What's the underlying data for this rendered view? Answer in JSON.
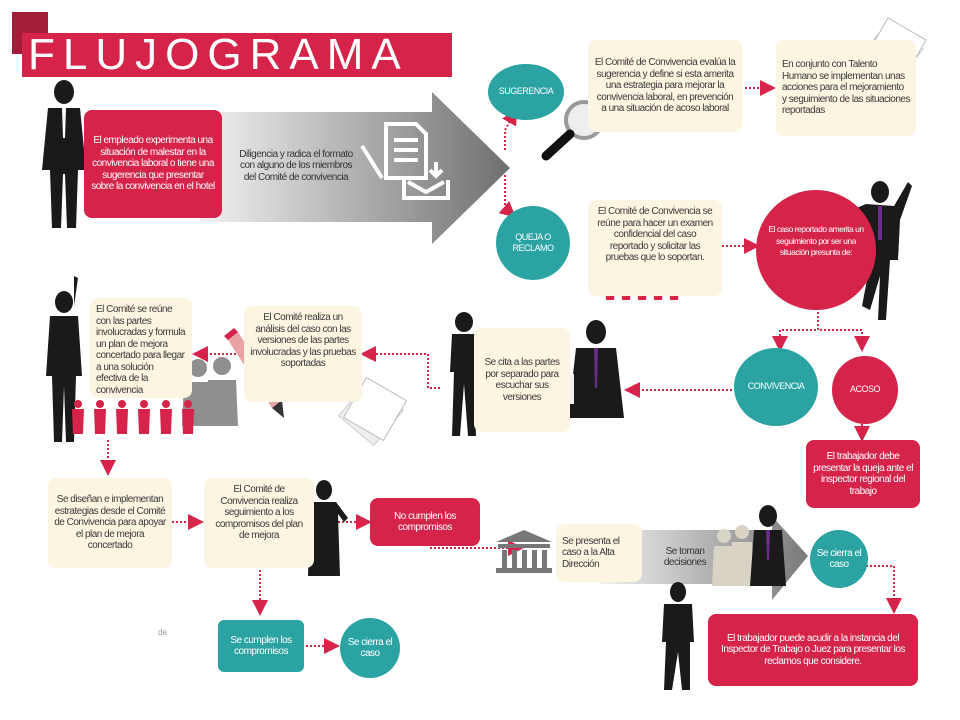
{
  "title": "FLUJOGRAMA",
  "nodes": {
    "empleado": "El empleado experimenta una situación de malestar en la convivencia laboral o tiene una sugerencia que presentar sobre la convivencia en el hotel",
    "diligencia": "Diligencia y radica el formato con alguno de los miembros del Comité de convivencia",
    "sugerencia": "SUGERENCIA",
    "comite_evalua": "El Comité de Convivencia evalúa la sugerencia y define si esta amerita una estrategia para mejorar la convivencia laboral, en prevención a una situación de acoso laboral",
    "talento_humano": "En conjunto con Talento Humano se implementan unas acciones para el mejoramiento y seguimiento de las situaciones reportadas",
    "queja": "QUEJA O RECLAMO",
    "comite_reune_examen": "El Comité de Convivencia se reúne para hacer un examen confidencial del caso reportado y solicitar las pruebas que lo soportan.",
    "caso_amerita": "El caso reportado amerita un seguimiento por ser una situación presunta de:",
    "convivencia": "CONVIVENCIA",
    "acoso": "ACOSO",
    "trabajador_queja": "El trabajador debe presentar la queja ante el inspector regional del trabajo",
    "cita_partes": "Se cita a las partes por separado para escuchar sus versiones",
    "analisis": "El Comité realiza un análisis del caso con las versiones de las partes involucradas y las pruebas soportadas",
    "reune_partes": "El Comité se reúne con las partes involucradas y formula un plan de mejora concertado para llegar a una solución efectiva de la convivencia",
    "disenan": "Se diseñan e implementan estrategias desde el Comité de Convivencia para apoyar el plan de mejora concertado",
    "seguimiento": "El Comité de Convivencia realiza seguimiento a los compromisos del plan de mejora",
    "no_cumplen": "No cumplen los compromisos",
    "alta_direccion": "Se presenta el caso a la Alta Dirección",
    "decisiones": "Se toman decisiones",
    "cierra_1": "Se cierra el caso",
    "inspector": "El trabajador puede acudir a la instancia del Inspector de Trabajo o Juez para presentar los reclamos que considere.",
    "cumplen": "Se cumplen los compromisos",
    "cierra_2": "Se cierra el caso",
    "small_de": "de"
  },
  "colors": {
    "red": "#d6234a",
    "teal": "#2ba3a3",
    "cream": "#fcf5e2",
    "arrow_dark": "#7a7a7a",
    "arrow_light": "#e8e8e8"
  },
  "icons": [
    "businessman-icon",
    "businesswoman-icon",
    "document-icon",
    "magnifier-icon",
    "pencil-icon",
    "paper-stack-icon",
    "building-icon",
    "people-group-icon"
  ]
}
